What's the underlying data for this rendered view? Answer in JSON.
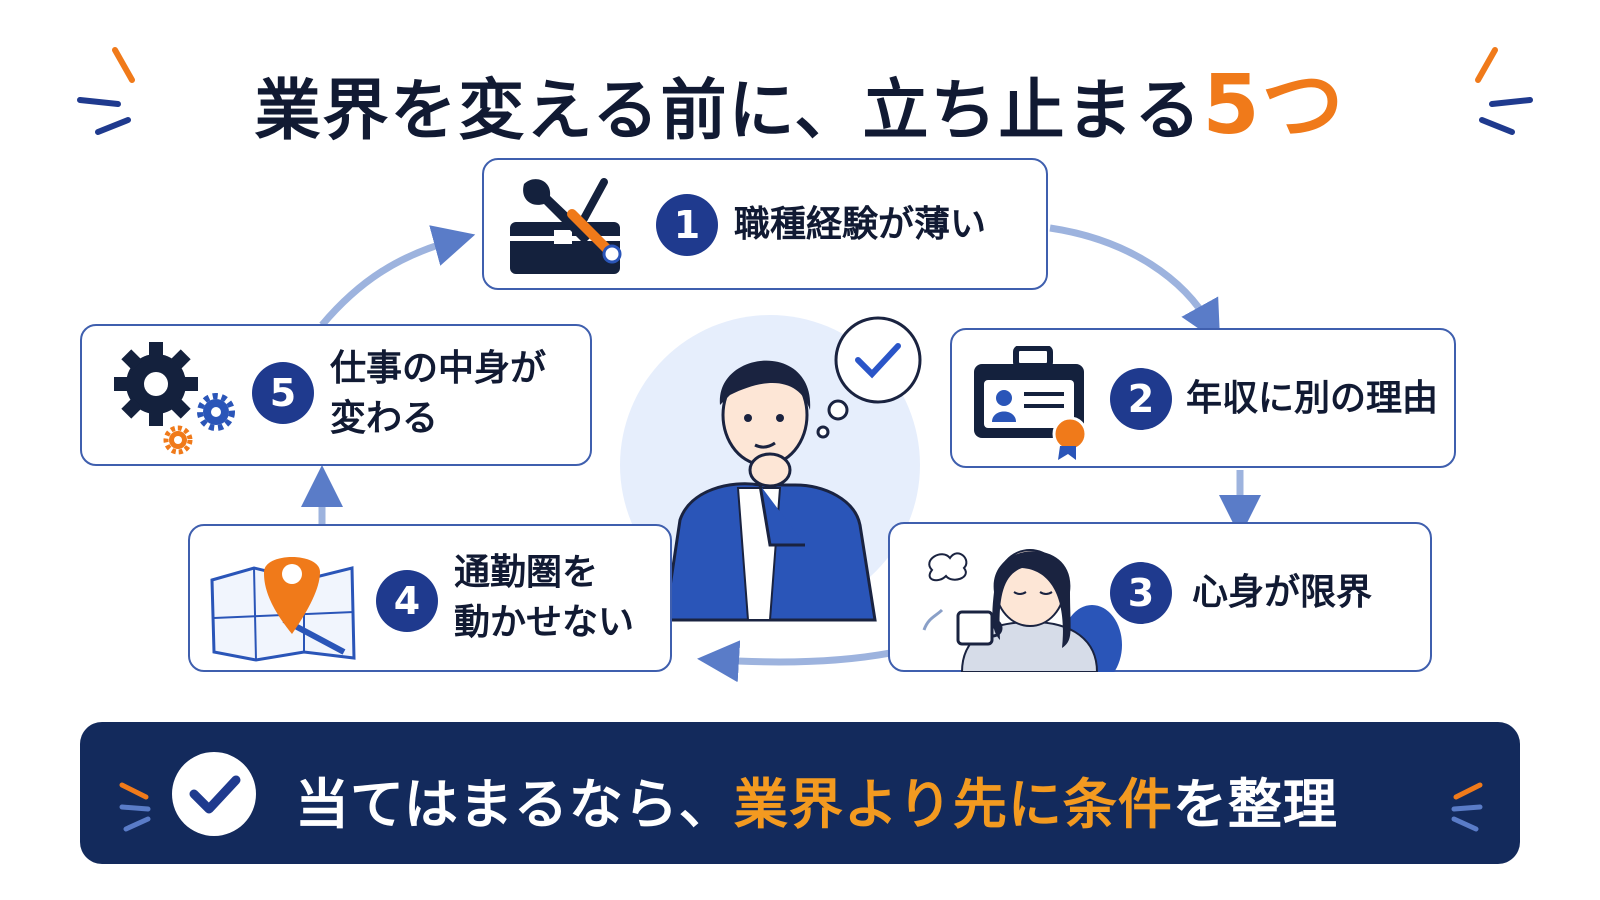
{
  "title": {
    "main": "業界を変える前に、立ち止まる",
    "accent": "5つ"
  },
  "items": [
    {
      "num": "1",
      "line1": "職種経験が薄い",
      "line2": ""
    },
    {
      "num": "2",
      "line1": "年収に別の理由",
      "line2": ""
    },
    {
      "num": "3",
      "line1": "心身が限界",
      "line2": ""
    },
    {
      "num": "4",
      "line1": "通勤圏を",
      "line2": "動かせない"
    },
    {
      "num": "5",
      "line1": "仕事の中身が",
      "line2": "変わる"
    }
  ],
  "banner": {
    "pre": "当てはまるなら、",
    "highlight": "業界より先に条件",
    "post": "を整理"
  },
  "colors": {
    "navy": "#132a5c",
    "blue": "#1f3a8e",
    "accent": "#f07a1a",
    "border": "#3f5fae",
    "arrow": "#9db3de"
  },
  "icons": [
    "toolbox-icon",
    "id-card-icon",
    "relaxing-woman-icon",
    "map-pin-icon",
    "gears-icon",
    "thinking-man-icon",
    "checkmark-icon"
  ]
}
